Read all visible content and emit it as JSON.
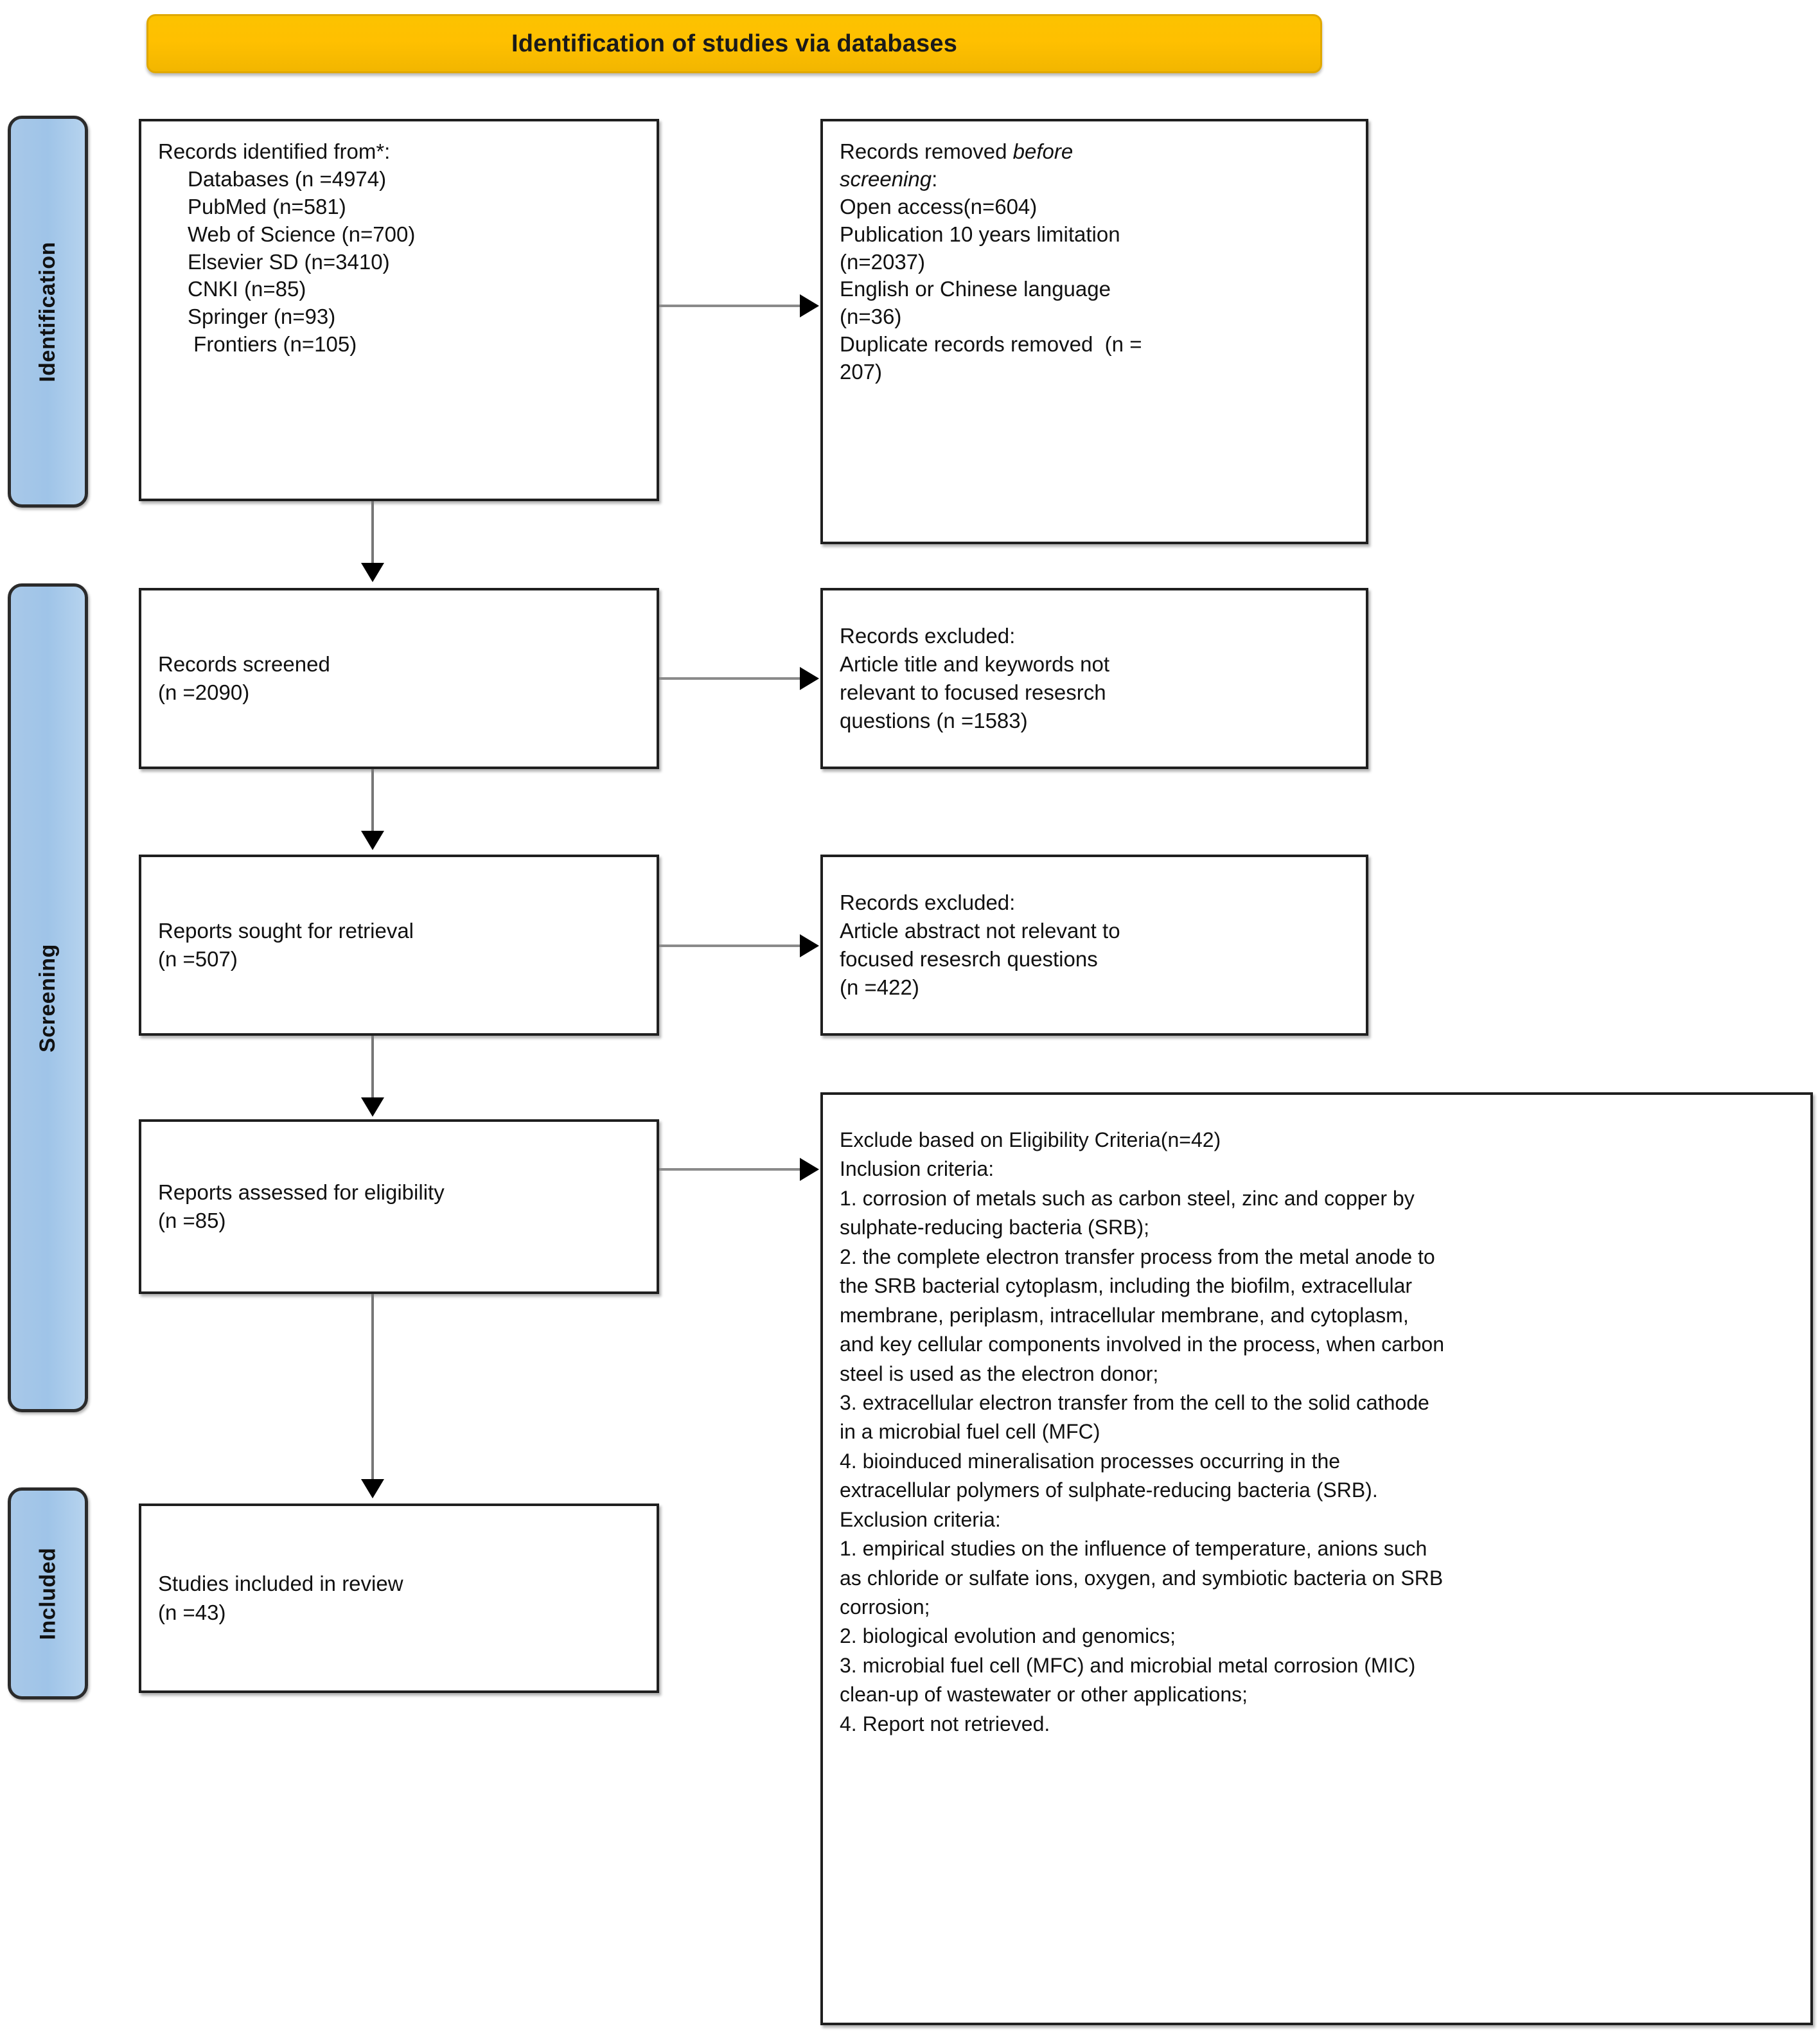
{
  "header": {
    "title": "Identification of studies via databases",
    "banner_color": "#FFC000"
  },
  "stages": {
    "identification": "Identification",
    "screening": "Screening",
    "included": "Included",
    "label_color": "#A8C8E8"
  },
  "boxes": {
    "records_identified": {
      "heading": "Records identified from*:",
      "items": [
        "Databases (n =4974)",
        "PubMed (n=581)",
        "Web of Science (n=700)",
        "Elsevier SD (n=3410)",
        "CNKI (n=85)",
        "Springer (n=93)",
        " Frontiers (n=105)"
      ]
    },
    "records_removed": {
      "heading_part1": "Records removed ",
      "heading_italic1": "before",
      "heading_italic2": "screening",
      "heading_colon": ":",
      "items": [
        "Open access(n=604)",
        "Publication 10 years limitation",
        "(n=2037)",
        "English or Chinese language",
        "(n=36)",
        "Duplicate records removed  (n =",
        "207)"
      ]
    },
    "records_screened": {
      "line1": "Records screened",
      "line2": "(n =2090)"
    },
    "records_excluded_title": {
      "line1": "Records excluded:",
      "line2": "Article title and keywords not",
      "line3": "relevant to focused resesrch",
      "line4": "questions (n =1583)"
    },
    "reports_sought": {
      "line1": "Reports sought for retrieval",
      "line2": "(n =507)"
    },
    "records_excluded_abstract": {
      "line1": "Records excluded:",
      "line2": "Article abstract not relevant to",
      "line3": "focused resesrch questions",
      "line4": "(n =422)"
    },
    "reports_assessed": {
      "line1": "Reports assessed for eligibility",
      "line2": "(n =85)"
    },
    "eligibility_criteria": {
      "lines": [
        "Exclude based on Eligibility Criteria(n=42)",
        "Inclusion criteria:",
        "1. corrosion of metals such as carbon steel, zinc and copper by",
        "sulphate-reducing bacteria (SRB);",
        "2. the complete electron transfer process from the metal anode to",
        "the SRB bacterial cytoplasm, including the biofilm, extracellular",
        "membrane, periplasm, intracellular membrane, and cytoplasm,",
        "and key cellular components involved in the process, when carbon",
        "steel is used as the electron donor;",
        "3. extracellular electron transfer from the cell to the solid cathode",
        "in a microbial fuel cell (MFC)",
        "4. bioinduced mineralisation processes occurring in the",
        "extracellular polymers of sulphate-reducing bacteria (SRB).",
        "Exclusion criteria:",
        "1. empirical studies on the influence of temperature, anions such",
        "as chloride or sulfate ions, oxygen, and symbiotic bacteria on SRB",
        "corrosion;",
        "2. biological evolution and genomics;",
        "3. microbial fuel cell (MFC) and microbial metal corrosion (MIC)",
        "clean-up of wastewater or other applications;",
        "4. Report not retrieved."
      ]
    },
    "studies_included": {
      "line1": "Studies included in review",
      "line2": "(n =43)"
    }
  }
}
